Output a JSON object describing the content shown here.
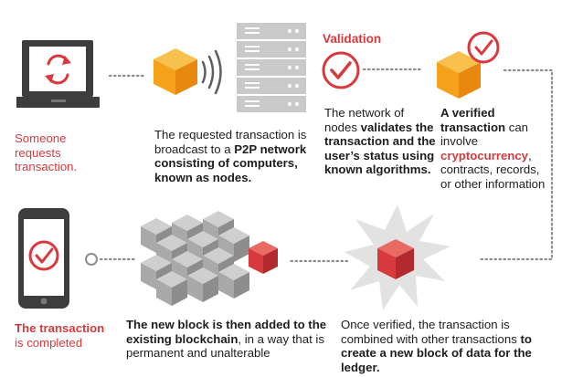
{
  "colors": {
    "accent": "#d7393d",
    "cube_orange": "#f4a21b",
    "cube_gray": "#b5b5b5",
    "dots": "#8c8c8c"
  },
  "icons": [
    "laptop-sync-icon",
    "broadcast-cube-icon",
    "server-stack-icon",
    "validation-check-icon",
    "verified-cube-icon",
    "burst-cube-icon",
    "blockchain-cubes-icon",
    "phone-check-icon"
  ],
  "step1": {
    "text": "Someone requests transaction."
  },
  "step2": {
    "pre": "The requested transaction is broadcast to a ",
    "bold": "P2P network consisting of computers, known as nodes."
  },
  "step3": {
    "title": "Validation",
    "pre": "The network of nodes ",
    "bold": "validates the transaction and the user’s status using known algorithms."
  },
  "step4": {
    "bold1": "A verified transaction",
    "mid": " can involve ",
    "red_bold": "cryptocurrency",
    "post": ", contracts, records, or other information"
  },
  "step5": {
    "pre": "Once verified, the transaction is combined with other transactions ",
    "bold": "to create a new block of data for the ledger."
  },
  "step6": {
    "bold": "The new block is then added to the existing blockchain",
    "post": ", in a way that is permanent and unalterable"
  },
  "step7": {
    "bold": "The transaction",
    "post": "is completed"
  }
}
